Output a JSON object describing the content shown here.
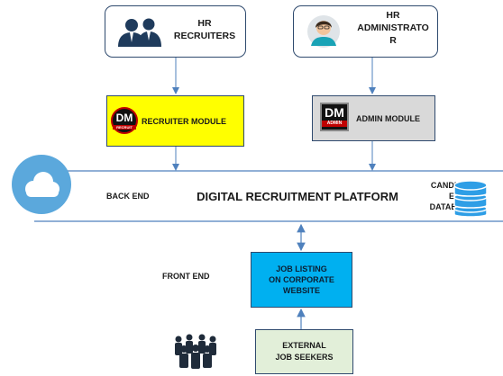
{
  "nodes": {
    "hr_recruiters": "HR\nRECRUITERS",
    "hr_administrator": "HR\nADMINISTRATO\nR",
    "recruiter_module": "RECRUITER MODULE",
    "admin_module": "ADMIN MODULE",
    "platform": "DIGITAL RECRUITMENT PLATFORM",
    "back_end": "BACK END",
    "candidate_database": "CANDIDAT\nE\nDATABASE",
    "front_end": "FRONT END",
    "job_listing": "JOB LISTING\nON CORPORATE\nWEBSITE",
    "external_job_seekers": "EXTERNAL\nJOB SEEKERS"
  },
  "logos": {
    "dm_text": "DM",
    "recruit_text": "RECRUIT",
    "admin_text": "ADMIN"
  },
  "colors": {
    "recruiter_module_fill": "#ffff00",
    "admin_module_fill": "#d9d9d9",
    "job_listing_fill": "#00b0f0",
    "job_seekers_fill": "#e2efd9",
    "cloud": "#5ba8dc",
    "database": "#2e9ee6",
    "arrow": "#4f81bd",
    "people_icon": "#1f3b5c"
  }
}
